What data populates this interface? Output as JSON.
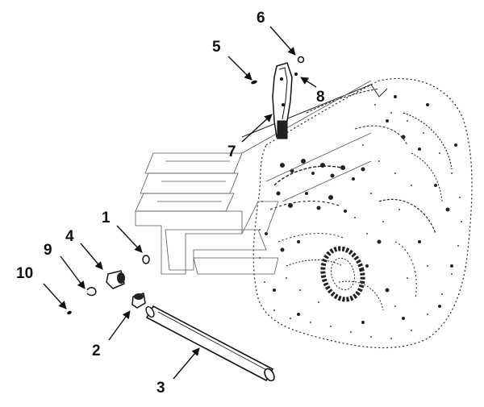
{
  "diagram": {
    "ink_color": "#111111",
    "background_color": "#ffffff",
    "callouts": [
      {
        "id": "c1",
        "label": "1"
      },
      {
        "id": "c2",
        "label": "2"
      },
      {
        "id": "c3",
        "label": "3"
      },
      {
        "id": "c4",
        "label": "4"
      },
      {
        "id": "c5",
        "label": "5"
      },
      {
        "id": "c6",
        "label": "6"
      },
      {
        "id": "c7",
        "label": "7"
      },
      {
        "id": "c8",
        "label": "8"
      },
      {
        "id": "c9",
        "label": "9"
      },
      {
        "id": "c10",
        "label": "10"
      }
    ]
  }
}
